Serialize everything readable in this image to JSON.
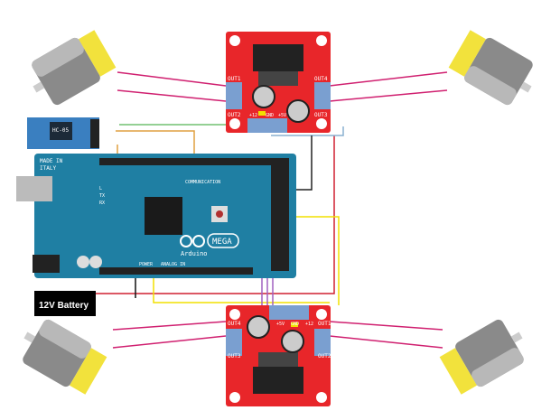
{
  "battery": {
    "label": "12V Battery"
  },
  "arduino": {
    "made_in": "MADE IN",
    "italy": "ITALY",
    "logo": "MEGA",
    "brand": "Arduino",
    "communication": "COMMUNICATION",
    "power": "POWER",
    "analog_in": "ANALOG IN",
    "tx": "TX",
    "rx": "RX",
    "l": "L"
  },
  "bluetooth": {
    "label": "HC-05"
  },
  "driver_top": {
    "out1": "OUT1",
    "out2": "OUT2",
    "out3": "OUT3",
    "out4": "OUT4",
    "v12": "+12",
    "gnd": "GND",
    "v5": "+5V"
  },
  "driver_bottom": {
    "out1": "OUT1",
    "out2": "OUT2",
    "out3": "OUT3",
    "out4": "OUT4",
    "v12": "+12",
    "gnd": "GND",
    "v5": "+5V"
  },
  "colors": {
    "board": "#1f7fa3",
    "driver": "#e8262a",
    "motor_cap": "#f2e23c",
    "wire_red": "#d02030",
    "wire_yellow": "#f2e000"
  }
}
